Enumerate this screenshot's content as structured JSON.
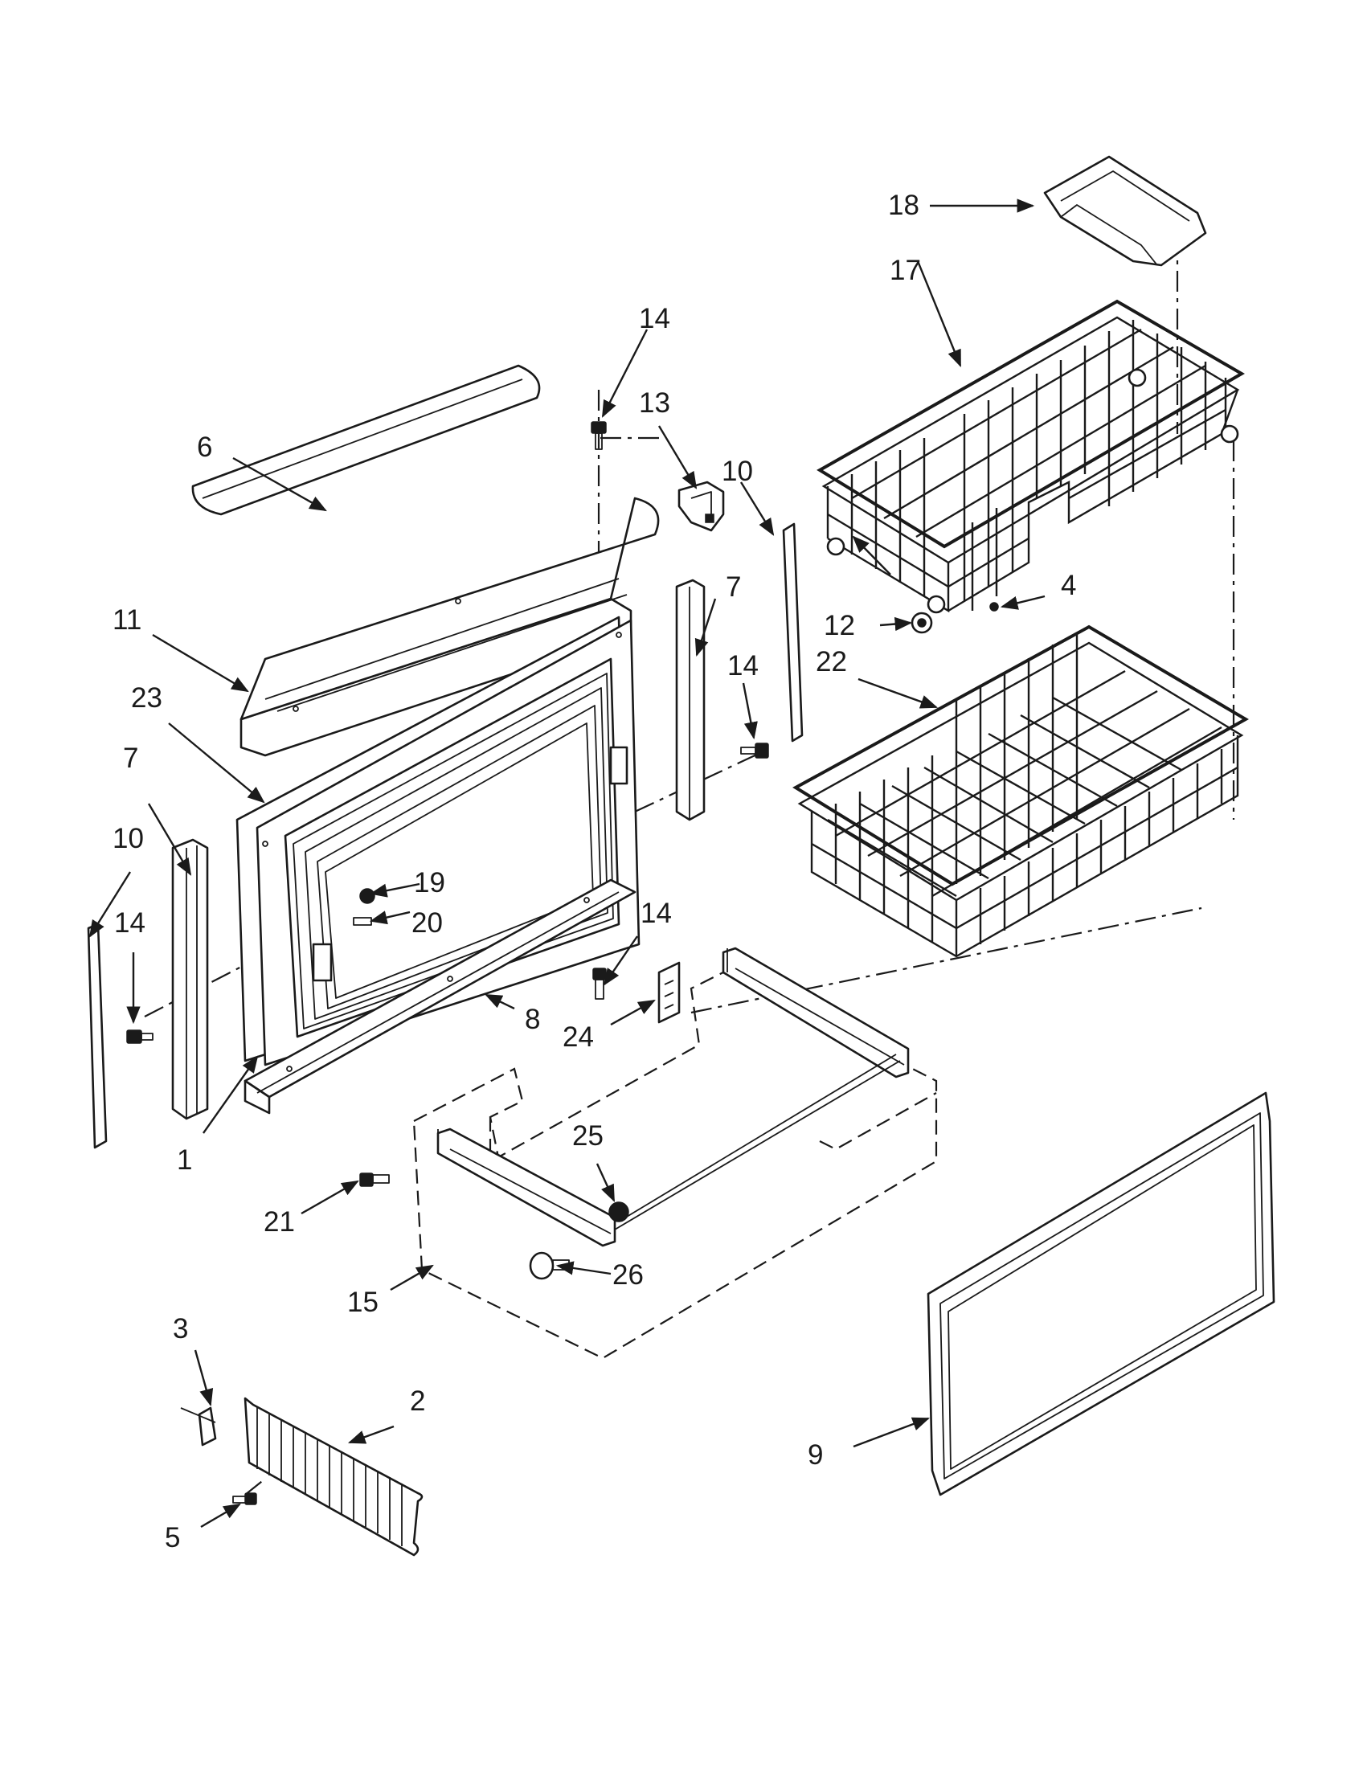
{
  "callouts": {
    "c1": "1",
    "c2": "2",
    "c3": "3",
    "c4": "4",
    "c5": "5",
    "c6": "6",
    "c7a": "7",
    "c7b": "7",
    "c8": "8",
    "c9": "9",
    "c10a": "10",
    "c10b": "10",
    "c11": "11",
    "c12": "12",
    "c13": "13",
    "c14a": "14",
    "c14b": "14",
    "c14c": "14",
    "c14d": "14",
    "c15": "15",
    "c17": "17",
    "c18": "18",
    "c19": "19",
    "c20": "20",
    "c21": "21",
    "c22": "22",
    "c23": "23",
    "c24": "24",
    "c25": "25",
    "c26": "26"
  }
}
